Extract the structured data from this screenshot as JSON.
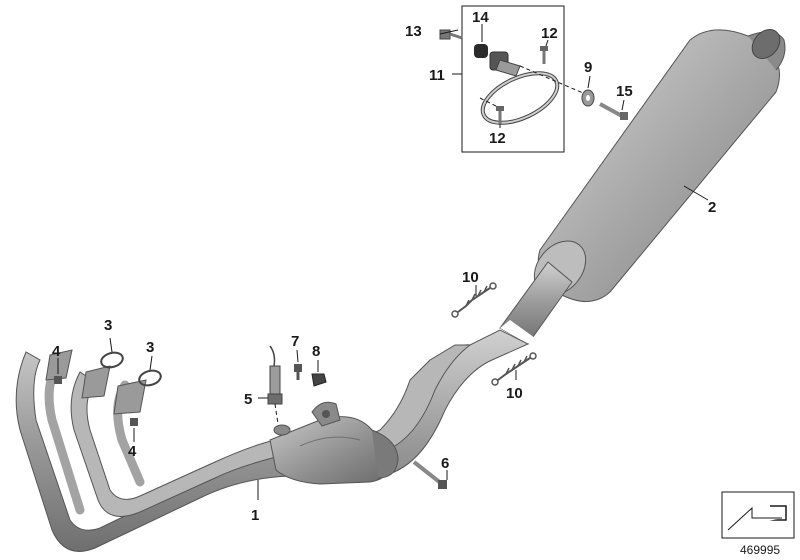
{
  "diagram": {
    "labels": {
      "p1": "1",
      "p2": "2",
      "p3a": "3",
      "p3b": "3",
      "p4a": "4",
      "p4b": "4",
      "p5": "5",
      "p6": "6",
      "p7": "7",
      "p8": "8",
      "p9": "9",
      "p10a": "10",
      "p10b": "10",
      "p11": "11",
      "p12a": "12",
      "p12b": "12",
      "p13": "13",
      "p14": "14",
      "p15": "15"
    },
    "catalog_number": "469995"
  }
}
